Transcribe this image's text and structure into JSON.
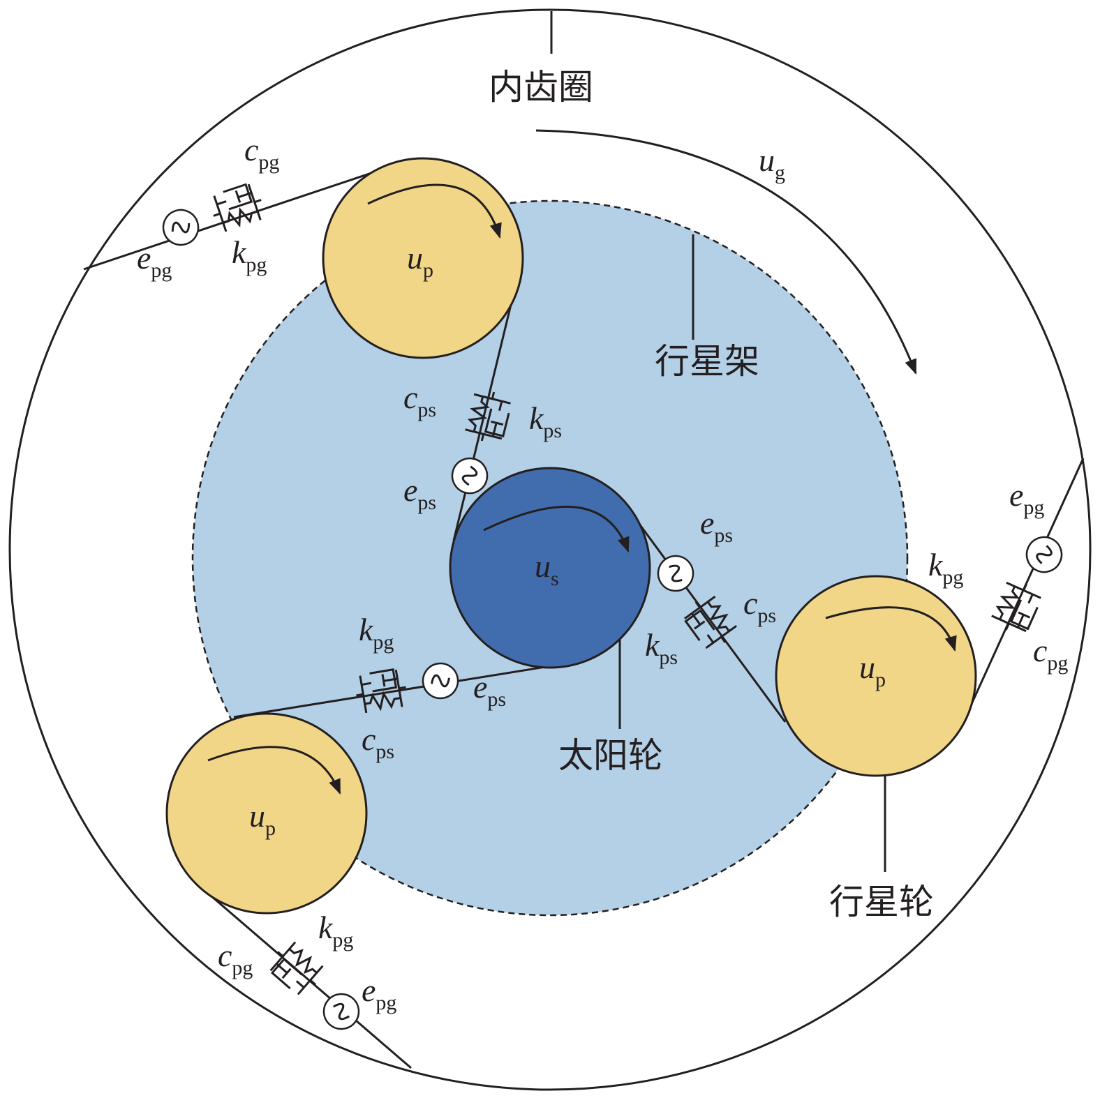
{
  "labels": {
    "ring_gear": "内齿圈",
    "carrier": "行星架",
    "sun_gear": "太阳轮",
    "planet_gear": "行星轮"
  },
  "symbols": {
    "ug": {
      "main": "u",
      "sub": "g"
    },
    "up": {
      "main": "u",
      "sub": "p"
    },
    "us": {
      "main": "u",
      "sub": "s"
    },
    "cpg": {
      "main": "c",
      "sub": "pg"
    },
    "kpg": {
      "main": "k",
      "sub": "pg"
    },
    "epg": {
      "main": "e",
      "sub": "pg"
    },
    "cps": {
      "main": "c",
      "sub": "ps"
    },
    "kps": {
      "main": "k",
      "sub": "ps"
    },
    "eps": {
      "main": "e",
      "sub": "ps"
    }
  },
  "colors": {
    "carrier_fill": "#b3d0e6",
    "sun_fill": "#416daf",
    "planet_fill": "#f2d688",
    "stroke": "#231f20"
  }
}
